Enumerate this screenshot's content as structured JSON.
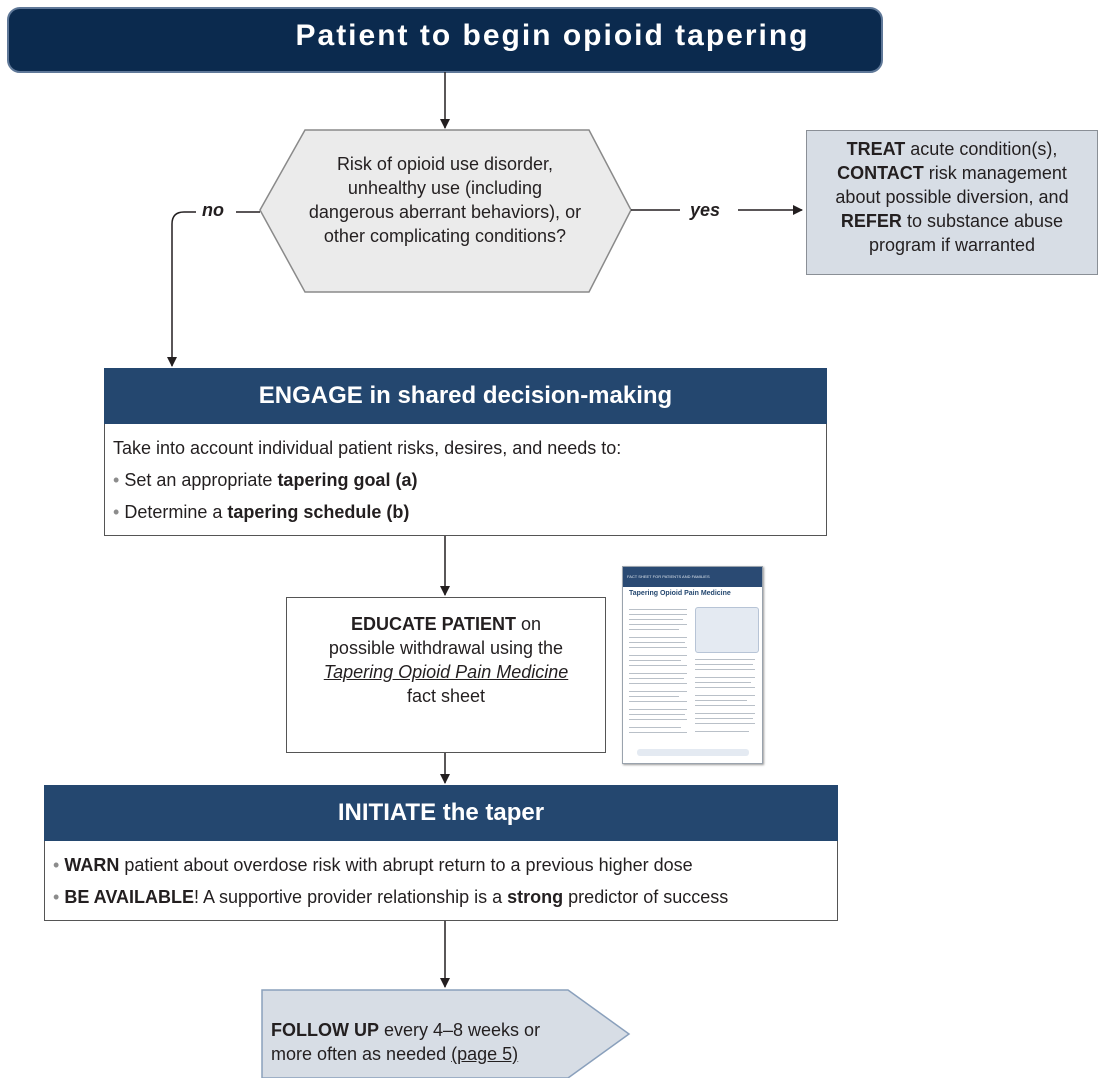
{
  "title": "Patient to begin opioid tapering",
  "decision": {
    "lines": [
      "Risk of opioid use disorder,",
      "unhealthy use (including",
      "dangerous aberrant behaviors), or",
      "other complicating conditions?"
    ],
    "no_label": "no",
    "yes_label": "yes"
  },
  "treat": {
    "l1_bold": "TREAT",
    "l1_rest": " acute condition(s),",
    "l2_bold": "CONTACT",
    "l2_rest": " risk management",
    "l3": "about possible diversion, and",
    "l4_bold": "REFER",
    "l4_rest": " to substance abuse",
    "l5": "program if warranted"
  },
  "engage": {
    "heading": "ENGAGE in shared decision-making",
    "intro": "Take into account individual patient risks, desires, and needs to:",
    "b1_pre": "Set an appropriate ",
    "b1_bold": "tapering goal (a)",
    "b2_pre": "Determine a ",
    "b2_bold": "tapering schedule (b)"
  },
  "educate": {
    "l1_bold": "EDUCATE PATIENT",
    "l1_rest": " on",
    "l2": "possible withdrawal using the",
    "l3_link": "Tapering Opioid Pain Medicine",
    "l4": "fact sheet"
  },
  "fact_sheet": {
    "header": "FACT SHEET FOR PATIENTS AND FAMILIES",
    "title": "Tapering Opioid Pain Medicine"
  },
  "initiate": {
    "heading": "INITIATE the taper",
    "b1_bold": "WARN",
    "b1_rest": " patient about overdose risk with abrupt return to a previous higher dose",
    "b2_bold": "BE AVAILABLE",
    "b2_mid": "! A supportive provider relationship is a ",
    "b2_bold2": "strong",
    "b2_end": " predictor of success"
  },
  "follow": {
    "l1_bold": "FOLLOW UP",
    "l1_rest": " every 4–8 weeks or",
    "l2": "more often as needed ",
    "l2_link": "(page 5)"
  },
  "colors": {
    "title_fill": "#0b2a4e",
    "panel_head": "#24476f",
    "decision_fill": "#ebebeb",
    "treat_fill": "#d7dde5",
    "follow_fill": "#d7dde5"
  }
}
